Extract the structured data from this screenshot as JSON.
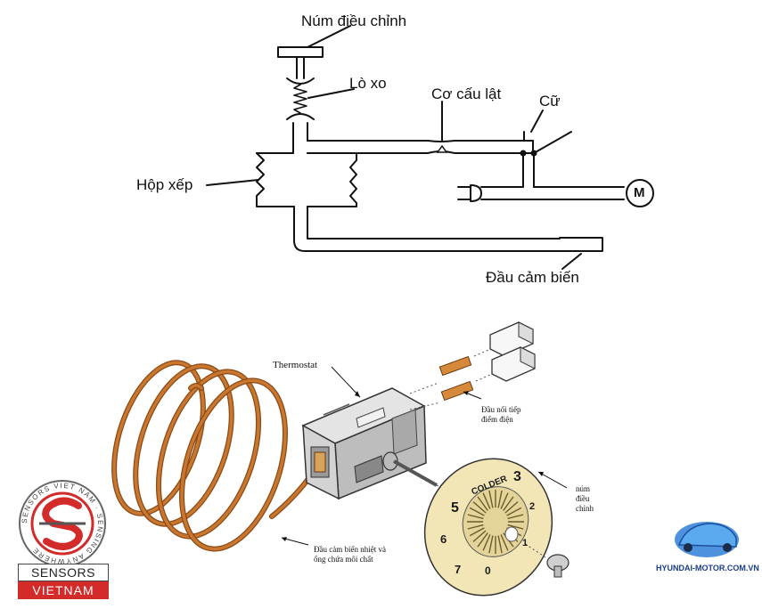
{
  "top_diagram": {
    "labels": {
      "adjust_knob": "Núm điều chỉnh",
      "spring": "Lò xo",
      "toggle_mechanism": "Cơ cấu lật",
      "stop": "Cữ",
      "bellows": "Hộp xếp",
      "sensor_head": "Đầu cảm biến",
      "motor": "M"
    }
  },
  "bottom_diagram": {
    "labels": {
      "thermostat": "Thermostat",
      "terminals_line1": "Đầu nối tiếp",
      "terminals_line2": "điểm điện",
      "knob_line1": "núm",
      "knob_line2": "điều",
      "knob_line3": "chỉnh",
      "capillary_line1": "Đầu cảm biến nhiệt và",
      "capillary_line2": "ống chứa môi chất"
    },
    "dial": {
      "colder": "COLDER",
      "numbers": [
        "3",
        "2",
        "5",
        "6",
        "7",
        "0",
        "1"
      ]
    }
  },
  "logos": {
    "sensors_ring_text": "SENSORS VIET NAM · SENSING ANYWHERE",
    "sensors_line1": "SENSORS",
    "sensors_line2": "VIETNAM",
    "hyundai_site": "HYUNDAI-MOTOR.COM.VN"
  },
  "colors": {
    "copper": "#c9762e",
    "copper_dark": "#8a4a17",
    "dial_face": "#f3e6b6",
    "sensors_red": "#d32a2a"
  }
}
